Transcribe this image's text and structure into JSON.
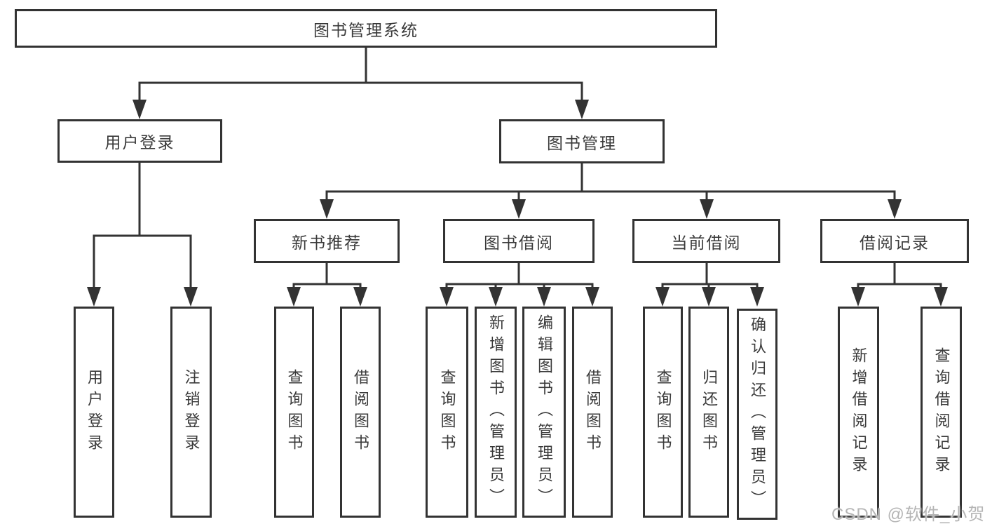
{
  "diagram": {
    "root": {
      "label": "图书管理系统"
    },
    "level2": [
      {
        "label": "用户登录",
        "children": [
          {
            "label": "用户登录"
          },
          {
            "label": "注销登录"
          }
        ]
      },
      {
        "label": "图书管理",
        "children": [
          {
            "label": "新书推荐",
            "children": [
              {
                "label": "查询图书"
              },
              {
                "label": "借阅图书"
              }
            ]
          },
          {
            "label": "图书借阅",
            "children": [
              {
                "label": "查询图书"
              },
              {
                "label": "新增图书（管理员）"
              },
              {
                "label": "编辑图书（管理员）"
              },
              {
                "label": "借阅图书"
              }
            ]
          },
          {
            "label": "当前借阅",
            "children": [
              {
                "label": "查询图书"
              },
              {
                "label": "归还图书"
              },
              {
                "label": "确认归还（管理员）"
              }
            ]
          },
          {
            "label": "借阅记录",
            "children": [
              {
                "label": "新增借阅记录"
              },
              {
                "label": "查询借阅记录"
              }
            ]
          }
        ]
      }
    ]
  },
  "watermark": {
    "text": "CSDN @软件_小贺同学"
  },
  "colors": {
    "line": "#333333",
    "text": "#3a3a3a",
    "watermark": "#b5b5b5",
    "background": "#ffffff"
  }
}
